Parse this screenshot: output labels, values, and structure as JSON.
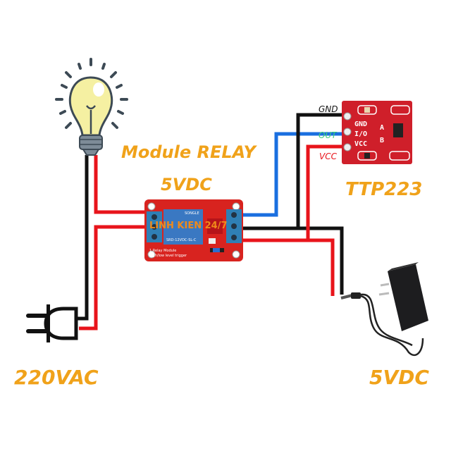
{
  "labels": {
    "module_title": "Module RELAY",
    "module_voltage": "5VDC",
    "sensor_name": "TTP223",
    "mains_voltage": "220VAC",
    "supply_voltage": "5VDC"
  },
  "sensor_pins": {
    "gnd": "GND",
    "out": "OUT",
    "vcc": "VCC"
  },
  "sensor_silk": {
    "gnd": "GND",
    "io": "I/O",
    "vcc": "VCC",
    "a": "A",
    "b": "B"
  },
  "relay_board": {
    "relay_brand": "SONGLE",
    "relay_model": "SRD-12VDC-SL-C",
    "board_name": "1 Relay Module",
    "board_subtitle": "high/low level trigger",
    "watermark": "LINH KIEN 24/7"
  },
  "colors": {
    "title": "#f0a21a",
    "wire_red": "#e8141b",
    "wire_black": "#111111",
    "wire_blue": "#1a6fe0",
    "out_label": "#3ecf7a",
    "vcc_label": "#e8141b",
    "pcb_red": "#d8231f",
    "terminal_blue": "#2f7fb5"
  },
  "icons": [
    "light-bulb-icon",
    "power-plug-icon",
    "power-adapter-icon"
  ]
}
